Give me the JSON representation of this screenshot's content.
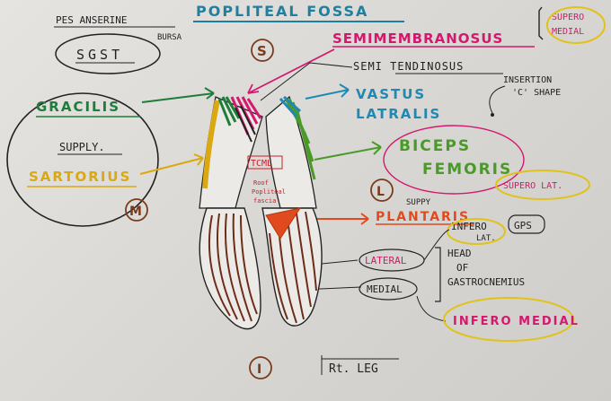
{
  "title": "POPLITEAL FOSSA",
  "pes_anserine": {
    "label": "PES ANSERINE",
    "sgst": "SGST",
    "bursa": "BURSA"
  },
  "borders": {
    "s": "S",
    "l": "L",
    "m": "M",
    "i": "I"
  },
  "muscles": {
    "semimembranosus": "SEMIMEMBRANOSUS",
    "semitendinosus": "SEMI TENDINOSUS",
    "supero_medial": [
      "SUPERO",
      "MEDIAL"
    ],
    "vastus_lateralis": [
      "VASTUS",
      "LATRALIS"
    ],
    "gracilis": "GRACILIS",
    "supply": "SUPPLY.",
    "sartorius": "SARTORIUS",
    "insertion": [
      "INSERTION",
      "'C' SHAPE"
    ],
    "biceps_femoris": [
      "BICEPS",
      "FEMORIS"
    ],
    "supero_lat": "SUPERO LAT.",
    "plantaris_supply": "SUPPY",
    "plantaris": "PLANTARIS",
    "infero_lat": [
      "INFERO",
      "LAT."
    ],
    "gps": "GPS",
    "head_of_gastrocnemius": [
      "HEAD",
      "OF",
      "GASTROCNEMIUS"
    ],
    "lateral": "LATERAL",
    "medial": "MEDIAL",
    "infero_medial": "INFERO MEDIAL",
    "tcml": "TCML",
    "roof_note": [
      "Roof",
      "Popliteal",
      "fascia"
    ]
  },
  "footer": "Rt. LEG",
  "colors": {
    "paper": "#dcdad6",
    "title": "#1f7fa0",
    "semimembranosus": "#d3186e",
    "vastus": "#1f89b3",
    "gracilis_green": "#1e7d3a",
    "sartorius_yellow": "#d9a812",
    "biceps_green": "#4a9a2a",
    "plantaris": "#e04a1e",
    "gastro_brown": "#6e2c1a",
    "border_brown": "#7a3b1c",
    "yellow_ring": "#e0c21a",
    "tcml_red": "#c8202a"
  }
}
